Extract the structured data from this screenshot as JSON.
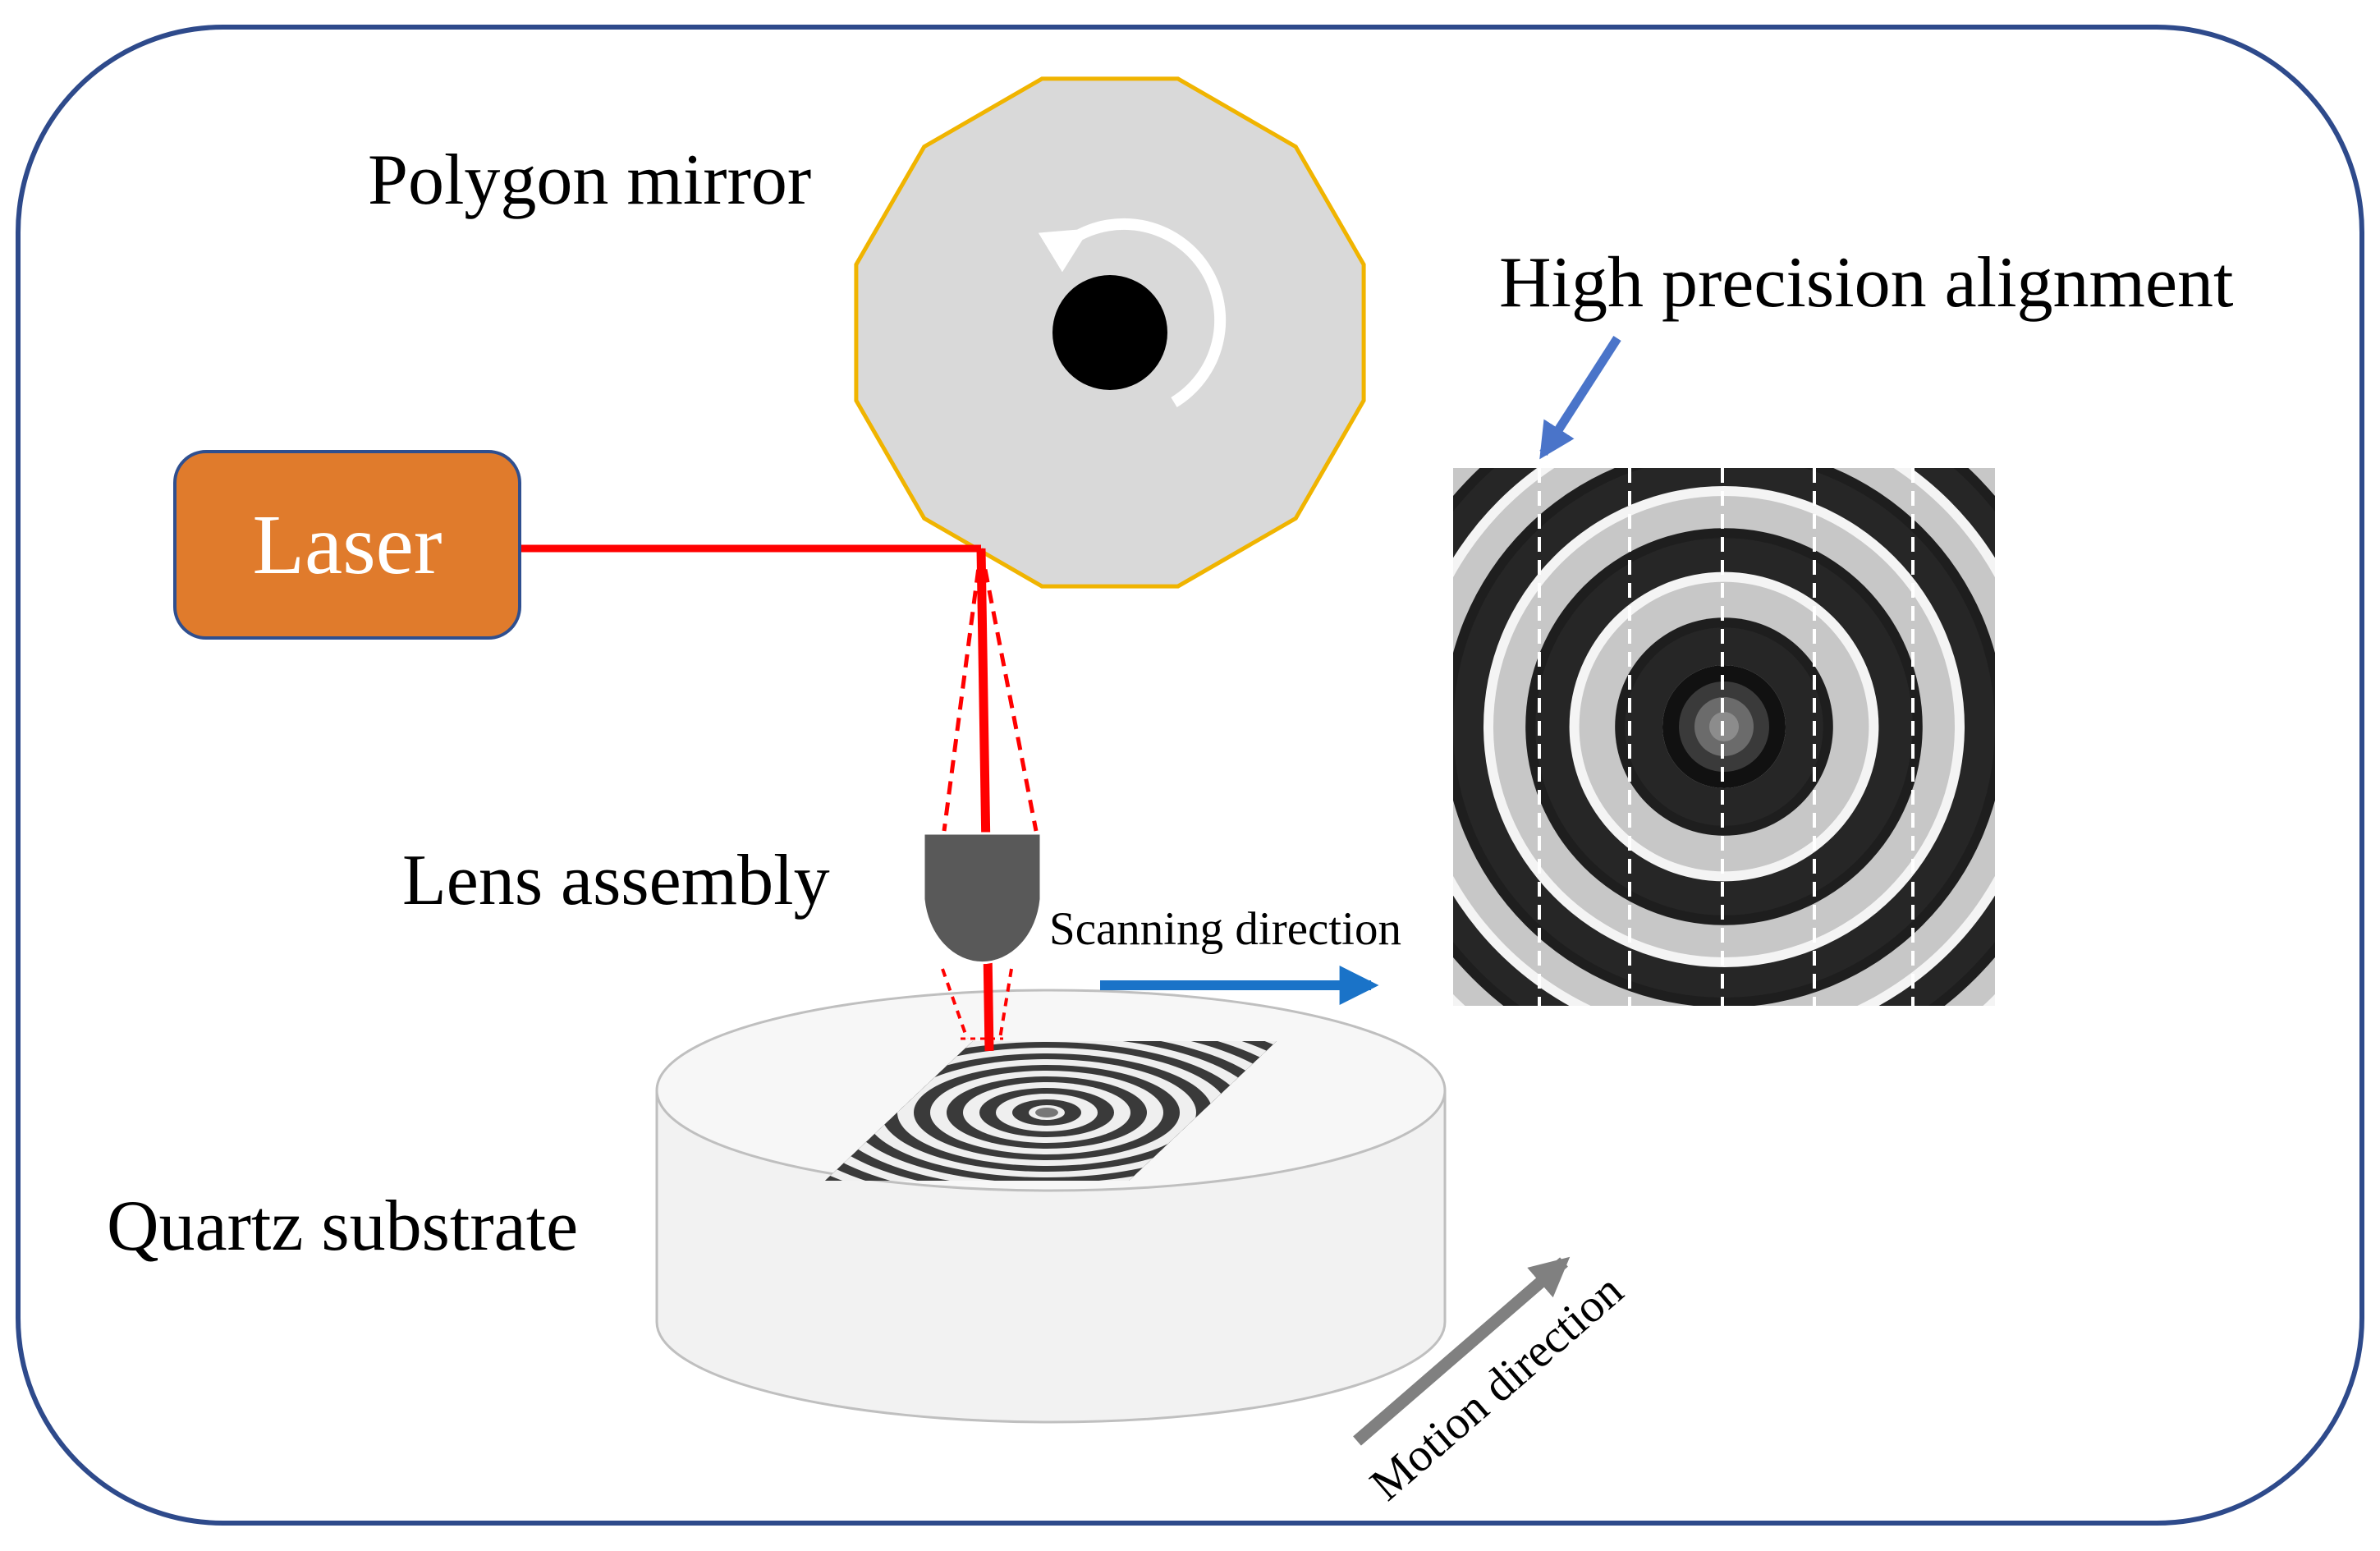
{
  "labels": {
    "polygon_mirror": "Polygon mirror",
    "laser": "Laser",
    "lens_assembly": "Lens assembly",
    "quartz_substrate": "Quartz substrate",
    "high_precision_alignment": "High precision alignment",
    "scanning_direction": "Scanning direction",
    "motion_direction": "Motion direction"
  },
  "colors": {
    "frame_border": "#2e4a8b",
    "laser_box_fill": "#e07b2c",
    "laser_box_border": "#2f4f8f",
    "laser_beam": "#ff0000",
    "polygon_fill": "#d9d9d9",
    "polygon_border": "#f0b400",
    "lens_fill": "#595959",
    "scan_arrow": "#1a73c8",
    "alignment_arrow": "#4a74c9",
    "motion_arrow": "#808080",
    "substrate_fill": "#f2f2f2"
  },
  "icons": {
    "rotation": "clockwise-rotation-arrow-icon"
  }
}
